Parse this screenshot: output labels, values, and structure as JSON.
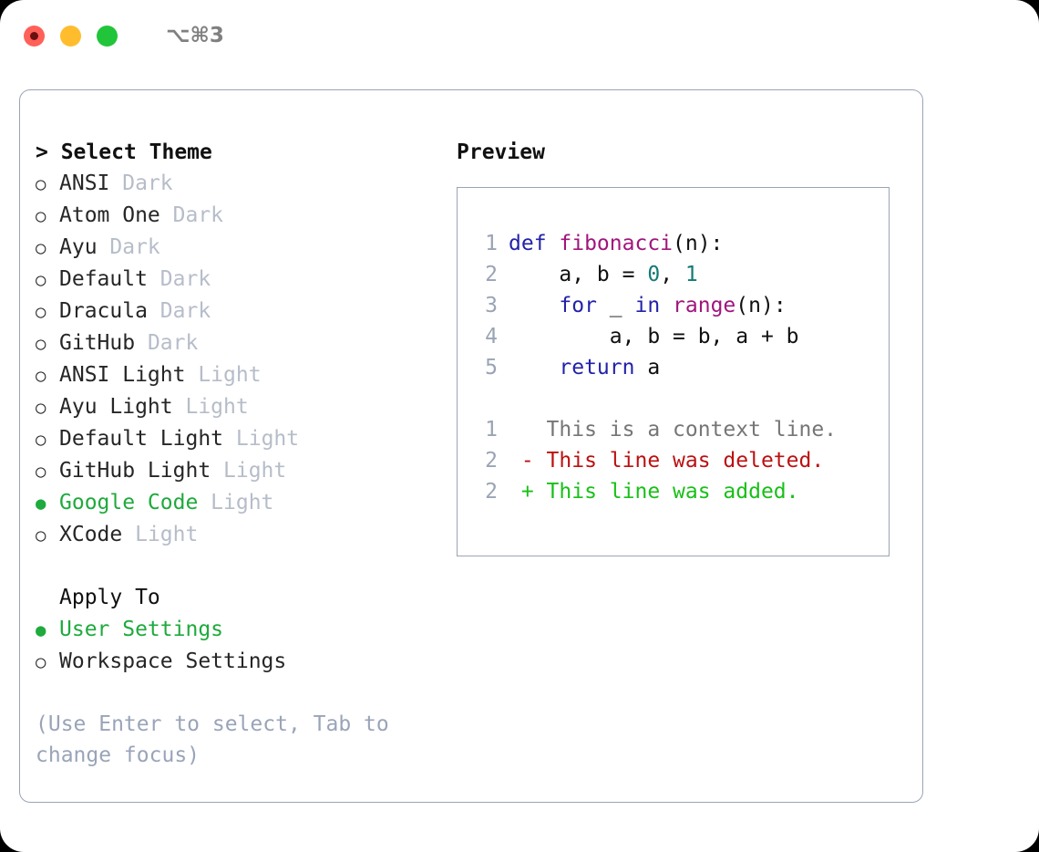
{
  "titlebar": {
    "shortcut": "⌥⌘3",
    "lights": [
      {
        "name": "close",
        "color": "#ff6058"
      },
      {
        "name": "minimize",
        "color": "#ffbd2e"
      },
      {
        "name": "zoom",
        "color": "#21c53a"
      }
    ]
  },
  "theme_picker": {
    "heading_caret": "> ",
    "heading": "Select Theme",
    "marker_selected": "●",
    "marker_unselected": "○",
    "items": [
      {
        "name": "ANSI",
        "variant": "Dark",
        "selected": false
      },
      {
        "name": "Atom One",
        "variant": "Dark",
        "selected": false
      },
      {
        "name": "Ayu",
        "variant": "Dark",
        "selected": false
      },
      {
        "name": "Default",
        "variant": "Dark",
        "selected": false
      },
      {
        "name": "Dracula",
        "variant": "Dark",
        "selected": false
      },
      {
        "name": "GitHub",
        "variant": "Dark",
        "selected": false
      },
      {
        "name": "ANSI Light",
        "variant": "Light",
        "selected": false
      },
      {
        "name": "Ayu Light",
        "variant": "Light",
        "selected": false
      },
      {
        "name": "Default Light",
        "variant": "Light",
        "selected": false
      },
      {
        "name": "GitHub Light",
        "variant": "Light",
        "selected": false
      },
      {
        "name": "Google Code",
        "variant": "Light",
        "selected": true
      },
      {
        "name": "XCode",
        "variant": "Light",
        "selected": false
      }
    ]
  },
  "apply_to": {
    "title": "Apply To",
    "options": [
      {
        "name": "User Settings",
        "selected": true
      },
      {
        "name": "Workspace Settings",
        "selected": false
      }
    ]
  },
  "hint": "(Use Enter to select, Tab to change focus)",
  "preview": {
    "heading": "Preview",
    "code_lines": [
      {
        "no": "1",
        "tokens": [
          {
            "t": "def ",
            "c": "kw"
          },
          {
            "t": "fibonacci",
            "c": "fn"
          },
          {
            "t": "(n):",
            "c": "pln"
          }
        ]
      },
      {
        "no": "2",
        "tokens": [
          {
            "t": "    a, b = ",
            "c": "pln"
          },
          {
            "t": "0",
            "c": "num"
          },
          {
            "t": ", ",
            "c": "pln"
          },
          {
            "t": "1",
            "c": "num"
          }
        ]
      },
      {
        "no": "3",
        "tokens": [
          {
            "t": "    ",
            "c": "pln"
          },
          {
            "t": "for",
            "c": "kw"
          },
          {
            "t": " _ ",
            "c": "pln"
          },
          {
            "t": "in",
            "c": "kw"
          },
          {
            "t": " ",
            "c": "pln"
          },
          {
            "t": "range",
            "c": "fn"
          },
          {
            "t": "(n):",
            "c": "pln"
          }
        ]
      },
      {
        "no": "4",
        "tokens": [
          {
            "t": "        a, b = b, a + b",
            "c": "pln"
          }
        ]
      },
      {
        "no": "5",
        "tokens": [
          {
            "t": "    ",
            "c": "pln"
          },
          {
            "t": "return",
            "c": "kw"
          },
          {
            "t": " a",
            "c": "pln"
          }
        ]
      }
    ],
    "diff_lines": [
      {
        "no": "1",
        "sign": " ",
        "text": " This is a context line.",
        "kind": "ctx"
      },
      {
        "no": "2",
        "sign": "-",
        "text": " This line was deleted.",
        "kind": "del"
      },
      {
        "no": "2",
        "sign": "+",
        "text": " This line was added.",
        "kind": "add"
      }
    ]
  },
  "colors": {
    "accent_green": "#1eaa3c",
    "border": "#9aa4b5",
    "muted": "#b6bdc9",
    "hint": "#9aa4b8",
    "keyword": "#2222aa",
    "function": "#a1157c",
    "number": "#147a74",
    "diff_delete": "#bb1111",
    "diff_add": "#18c018",
    "diff_context": "#767676"
  }
}
